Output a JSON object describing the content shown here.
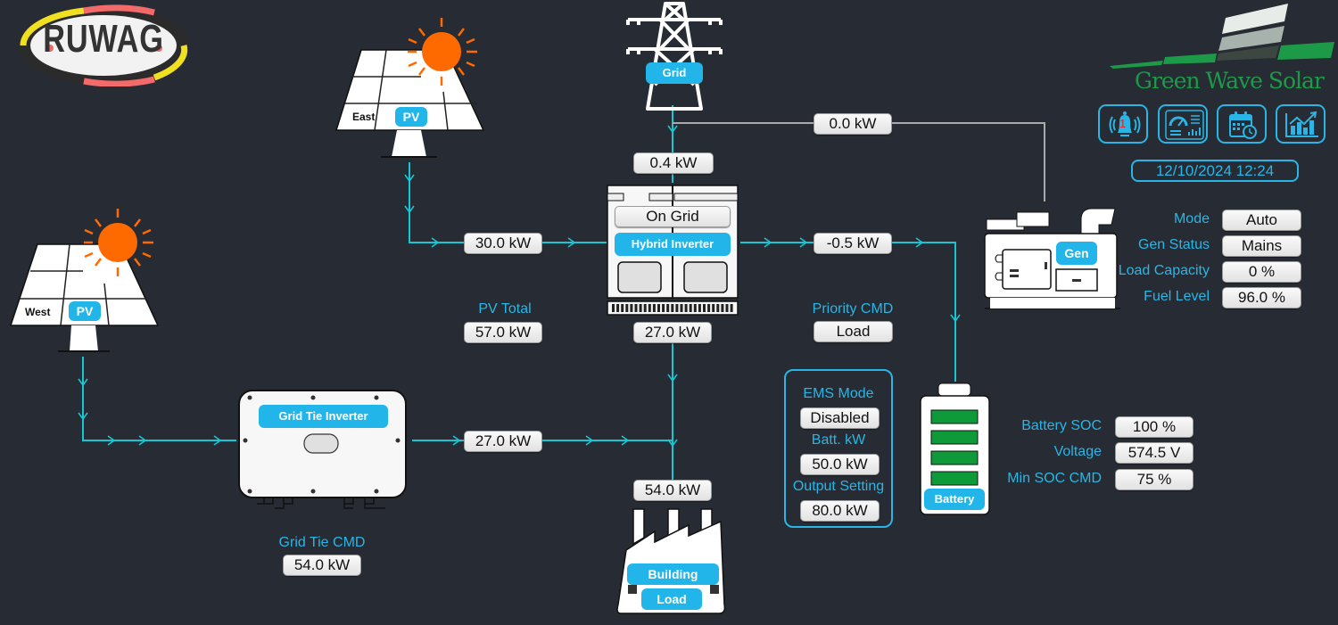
{
  "brand": {
    "left_logo": "RUWAG",
    "right_logo": "Green Wave Solar"
  },
  "toolbar": {
    "alarm_count": "1",
    "icons": [
      "alarm-bell-icon",
      "dashboard-gauge-icon",
      "calendar-clock-icon",
      "trend-chart-icon"
    ],
    "datetime": "12/10/2024 12:24"
  },
  "colors": {
    "background": "#272b33",
    "accent": "#29b6e6",
    "flow_line": "#17c6d4",
    "sun": "#ff6a00",
    "battery_cell": "#0f9a3a",
    "brand_green": "#1c9a48"
  },
  "grid": {
    "tag": "Grid",
    "power": "0.4 kW"
  },
  "pv_east": {
    "side_label": "East",
    "tag": "PV",
    "power": "30.0 kW"
  },
  "pv_west": {
    "side_label": "West",
    "tag": "PV"
  },
  "pv_total": {
    "label": "PV Total",
    "value": "57.0 kW"
  },
  "hybrid_inverter": {
    "status": "On Grid",
    "tag": "Hybrid Inverter",
    "output_power": "27.0 kW",
    "to_battery_power": "-0.5 kW"
  },
  "generator_link": {
    "power": "0.0 kW"
  },
  "generator": {
    "tag": "Gen",
    "fields": [
      {
        "label": "Mode",
        "value": "Auto"
      },
      {
        "label": "Gen Status",
        "value": "Mains"
      },
      {
        "label": "Load Capacity",
        "value": "0 %"
      },
      {
        "label": "Fuel Level",
        "value": "96.0 %"
      }
    ]
  },
  "priority": {
    "label": "Priority CMD",
    "value": "Load"
  },
  "ems": {
    "mode_label": "EMS Mode",
    "mode_value": "Disabled",
    "batt_label": "Batt. kW",
    "batt_value": "50.0 kW",
    "output_label": "Output Setting",
    "output_value": "80.0 kW"
  },
  "battery": {
    "tag": "Battery",
    "cells_lit": 4,
    "cells_total": 4,
    "fields": [
      {
        "label": "Battery SOC",
        "value": "100 %"
      },
      {
        "label": "Voltage",
        "value": "574.5 V"
      },
      {
        "label": "Min SOC CMD",
        "value": "75 %"
      }
    ]
  },
  "grid_tie_inverter": {
    "tag": "Grid Tie Inverter",
    "power": "27.0 kW",
    "cmd_label": "Grid Tie CMD",
    "cmd_value": "54.0 kW"
  },
  "building_load": {
    "tag_line1": "Building",
    "tag_line2": "Load",
    "power": "54.0 kW"
  }
}
